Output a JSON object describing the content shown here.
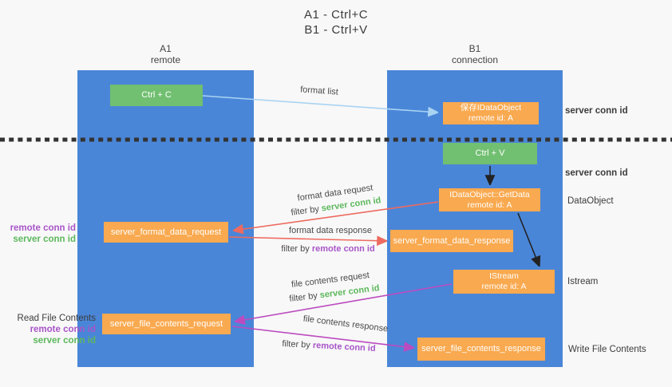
{
  "title": {
    "line1": "A1 - Ctrl+C",
    "line2": "B1 - Ctrl+V"
  },
  "columns": {
    "left": {
      "name": "A1",
      "role": "remote"
    },
    "right": {
      "name": "B1",
      "role": "connection"
    }
  },
  "boxes": {
    "ctrl_c": {
      "label": "Ctrl + C"
    },
    "ctrl_v": {
      "label": "Ctrl + V"
    },
    "save_dataobject": {
      "line1": "保存IDataObject",
      "line2": "remote id: A"
    },
    "getdata": {
      "line1": "IDataObject::GetData",
      "line2": "remote id: A"
    },
    "istream": {
      "line1": "IStream",
      "line2": "remote id: A"
    },
    "server_format_data_request": {
      "label": "server_format_data_request"
    },
    "server_format_data_response": {
      "label": "server_format_data_response"
    },
    "server_file_contents_request": {
      "label": "server_file_contents_request"
    },
    "server_file_contents_response": {
      "label": "server_file_contents_response"
    }
  },
  "side_labels": {
    "server_conn_id_top": "server conn id",
    "server_conn_id_mid": "server conn id",
    "dataobject": "DataObject",
    "istream": "Istream",
    "write_file_contents": "Write File Contents",
    "read_file_contents": "Read File Contents",
    "left_format": {
      "remote": "remote conn id",
      "server": "server conn id"
    },
    "left_file": {
      "remote": "remote conn id",
      "server": "server conn id"
    }
  },
  "arrows": {
    "format_list": {
      "label": "format list"
    },
    "format_data_request": {
      "label": "format data request",
      "filter_prefix": "filter by ",
      "filter_value": "server conn id"
    },
    "format_data_response": {
      "label": "format data response",
      "filter_prefix": "filter by ",
      "filter_value": "remote conn id"
    },
    "file_contents_request": {
      "label": "file contents request",
      "filter_prefix": "filter by ",
      "filter_value": "server conn id"
    },
    "file_contents_response": {
      "label": "file contents response",
      "filter_prefix": "filter by ",
      "filter_value": "remote conn id"
    }
  },
  "colors": {
    "column_blue": "#4a86d8",
    "box_orange": "#f9a94f",
    "box_green": "#71bf71",
    "green_text": "#5cb85c",
    "purple_text": "#a855c8",
    "red_arrow": "#ee6a5f",
    "magenta_arrow": "#bb4bbf",
    "lightblue_arrow": "#a9d3f2",
    "black_arrow": "#222222"
  }
}
